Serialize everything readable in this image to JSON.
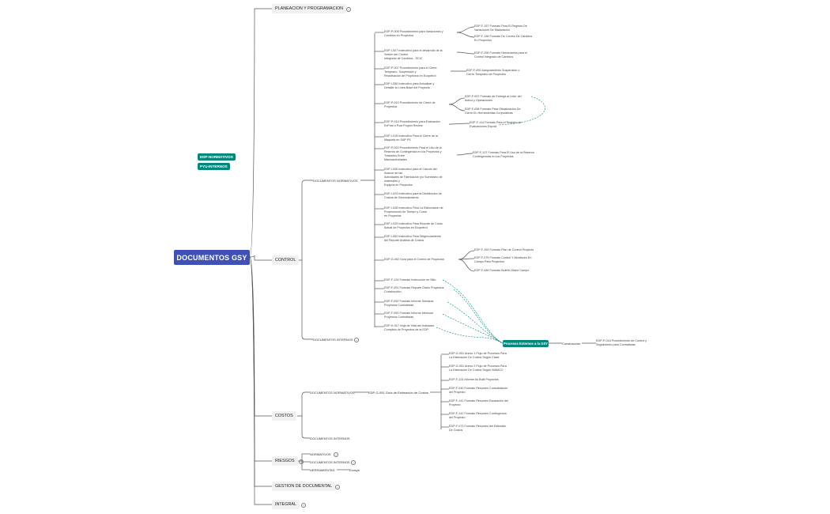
{
  "root": "DOCUMENTOS GSY",
  "tags": [
    "EDP-NORMATIVOS",
    "PYU-INTERNOS"
  ],
  "branches": {
    "planeacion": "PLANEACION Y PROGRAMACION",
    "control": "CONTROL",
    "costos": "COSTOS",
    "riesgos": "RIESGOS",
    "gestion": "GESTION DE DOCUMENTAL",
    "integral": "INTEGRAL"
  },
  "control": {
    "normativos": "DOCUMENTOS NORMATIVOS",
    "internos": "DOCUMENTOS INTERNOS",
    "items": [
      [
        "EDP-P-005 Procedimiento para Variaciones y",
        "Cambios en Proyectos"
      ],
      [
        "EDP-I-027 Instructivo para el desarrollo de la",
        "Sesión del Control",
        "Integrado de Cambios - SCIC"
      ],
      [
        "EDP-P-007 Procedimiento para el Cierre",
        "Temprano, Suspensión y",
        "Reactivación de Proyectos en Ecopetrol"
      ],
      [
        "EDP-I-050 Instructivo para Actualizar y",
        "Detallar la Línea Base del Proyecto"
      ],
      [
        "EDP-P-010 Procedimiento de Cierre de",
        "Proyectos"
      ],
      [
        "EDP-P-014 Procedimiento para Evaluación",
        "ExPost o Post Project Review"
      ],
      [
        "EDP-I-015 Instructivo Para el Cierre de la",
        "Maqueta en SAP PS"
      ],
      [
        "EDP-P-020 Procedimiento Para el Uso de la",
        "Reserva de Contingencia en los Proyectos y",
        "Traslados Entre",
        "Macroactividades"
      ],
      [
        "EDP-I-026 Instructivo para el Cálculo del",
        "Avance de las",
        "Actividades de Fabricación y/o Suministro de",
        "materiales y",
        "Equipos en Proyectos"
      ],
      [
        "EDP-I-024 Instructivo para la Distribución de",
        "Costos de Gerenciamiento"
      ],
      [
        "EDP-I-028 Instructivo Para La Elaboración de",
        "Proyecciones de Tiempo y Costo",
        "en Proyectos"
      ],
      [
        "EDP-I-029 Instructivo Para Reporte de Costo",
        "Actual de Proyectos en Ecopetrol"
      ],
      [
        "EDP-I-052 Instructivo Para Diligenciamiento",
        "del Reporte Análisis de Costos"
      ],
      [
        "EDP-G-062 Guía para el Control de Proyectos"
      ],
      [
        "EDP-F-124 Formato Instrucción en Sitio"
      ],
      [
        "EDP-F-051 Formato Reporte Diario Proyectos",
        "Construcción"
      ],
      [
        "EDP-F-052 Formato Informe Semanal",
        "Proyectos Contratistas"
      ],
      [
        "EDP-F-053 Formato Informe Mensual",
        "Proyectos Contratistas"
      ],
      [
        "EDP-H-017 Hoja de Vida del Indicador",
        "Completo de Proyectos de la EDP."
      ]
    ],
    "subitems": [
      [
        "EDP-F-157 Formato Para El Registro De",
        "Variaciones De Maduración"
      ],
      [
        "EDP-F-156 Formato De Control De Cambios",
        "En Proyectos"
      ],
      [
        "EDP-F-295 Formato Herramienta para el",
        "Control Integrado de Cambios"
      ],
      [
        "EDP-F-092 Aseguramiento Suspensión o",
        "Cierre Temprano de Proyectos"
      ],
      [
        "EDP-F-057 Formato de Entrega al Líder del",
        "Activo y Operaciones"
      ],
      [
        "EDP-F-058 Formato Para Oficialización De",
        "Cierre En Herramientas Corporativas"
      ],
      [
        "EDP-F-114 Formato Para el Registro de",
        "Evaluaciones Expost"
      ],
      [
        "EDP-F-107 Formato Para El Uso de la Reserva",
        "Contingencias en los Proyectos"
      ],
      [
        "EDP-F-163 Formato Plan de Control Proyecto"
      ],
      [
        "EDP-F-075 Formato Control Y Monitoreo En",
        "Campo Para Proyectos"
      ],
      [
        "EDP-F-089 Formato Boletín Diario Campo"
      ]
    ],
    "green_node": "Procesos Externos a la GSY",
    "construccion": "Construcción",
    "construccion_doc": [
      "EDP-P-016 Procedimiento de Control y",
      "Seguimiento para Contratistas"
    ]
  },
  "costos": {
    "normativos": "DOCUMENTOS NORMATIVOS",
    "guia": "EDP-G-051 Guía de Estimación de Costos",
    "internos": "DOCUMENTOS INTERNOS",
    "items": [
      [
        "EDP-G-051 Anexo 1 Flujo de Procesos Para",
        "La Estimación De Costos Según Clase"
      ],
      [
        "EDP-G-051 Anexo 2 Flujo de Procesos Para",
        "La Estimación De Costos Según WAMCO"
      ],
      [
        "EDP-F-124 Informe As Built Proyectos"
      ],
      [
        "EDP-F-040 Formato Resumen Consolidación",
        "del Proyecto"
      ],
      [
        "EDP-F-141 Formato Resumen Escalación del",
        "Proyecto"
      ],
      [
        "EDP-F-142 Formato Resumen Contingencia",
        "del Proyecto"
      ],
      [
        "EDP-F-073 Formato Resumen del Estimado",
        "De Costos"
      ]
    ]
  },
  "riesgos": {
    "items": [
      "NORMATIVOS",
      "DOCUMENTOS INTERNOS",
      "HERRAMIENTAS"
    ],
    "herramienta": "Ecosys"
  },
  "colors": {
    "root": "#3f51b5",
    "tag": "#00897b",
    "dashed": "#00897b"
  }
}
